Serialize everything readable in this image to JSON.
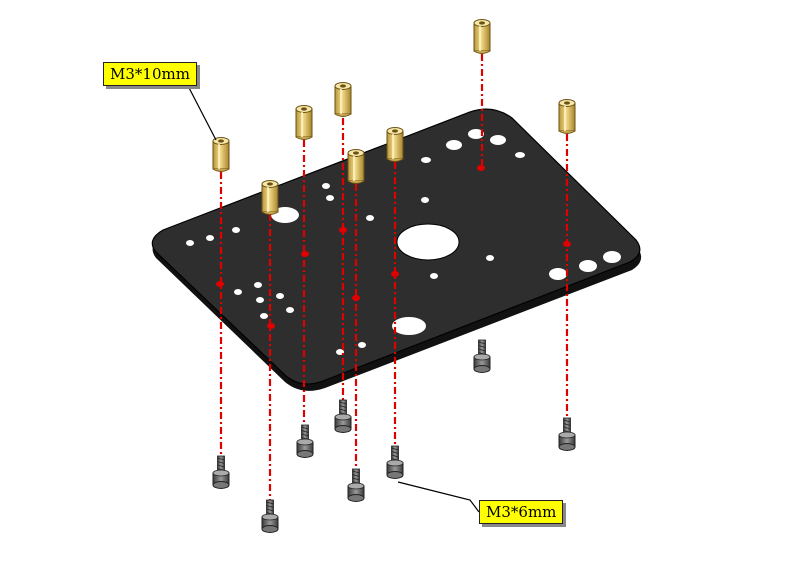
{
  "labels": {
    "standoff": "M3*10mm",
    "screw": "M3*6mm"
  },
  "colors": {
    "plate": "#2b2b2b",
    "plate_edge": "#111111",
    "guide_line": "#e00000",
    "brass": "#e8c96a",
    "screw": "#5a5a5a",
    "callout_fill": "#ffff00"
  },
  "parts": {
    "plate": "black-mounting-plate",
    "standoff_count": 8,
    "screw_count": 8
  }
}
